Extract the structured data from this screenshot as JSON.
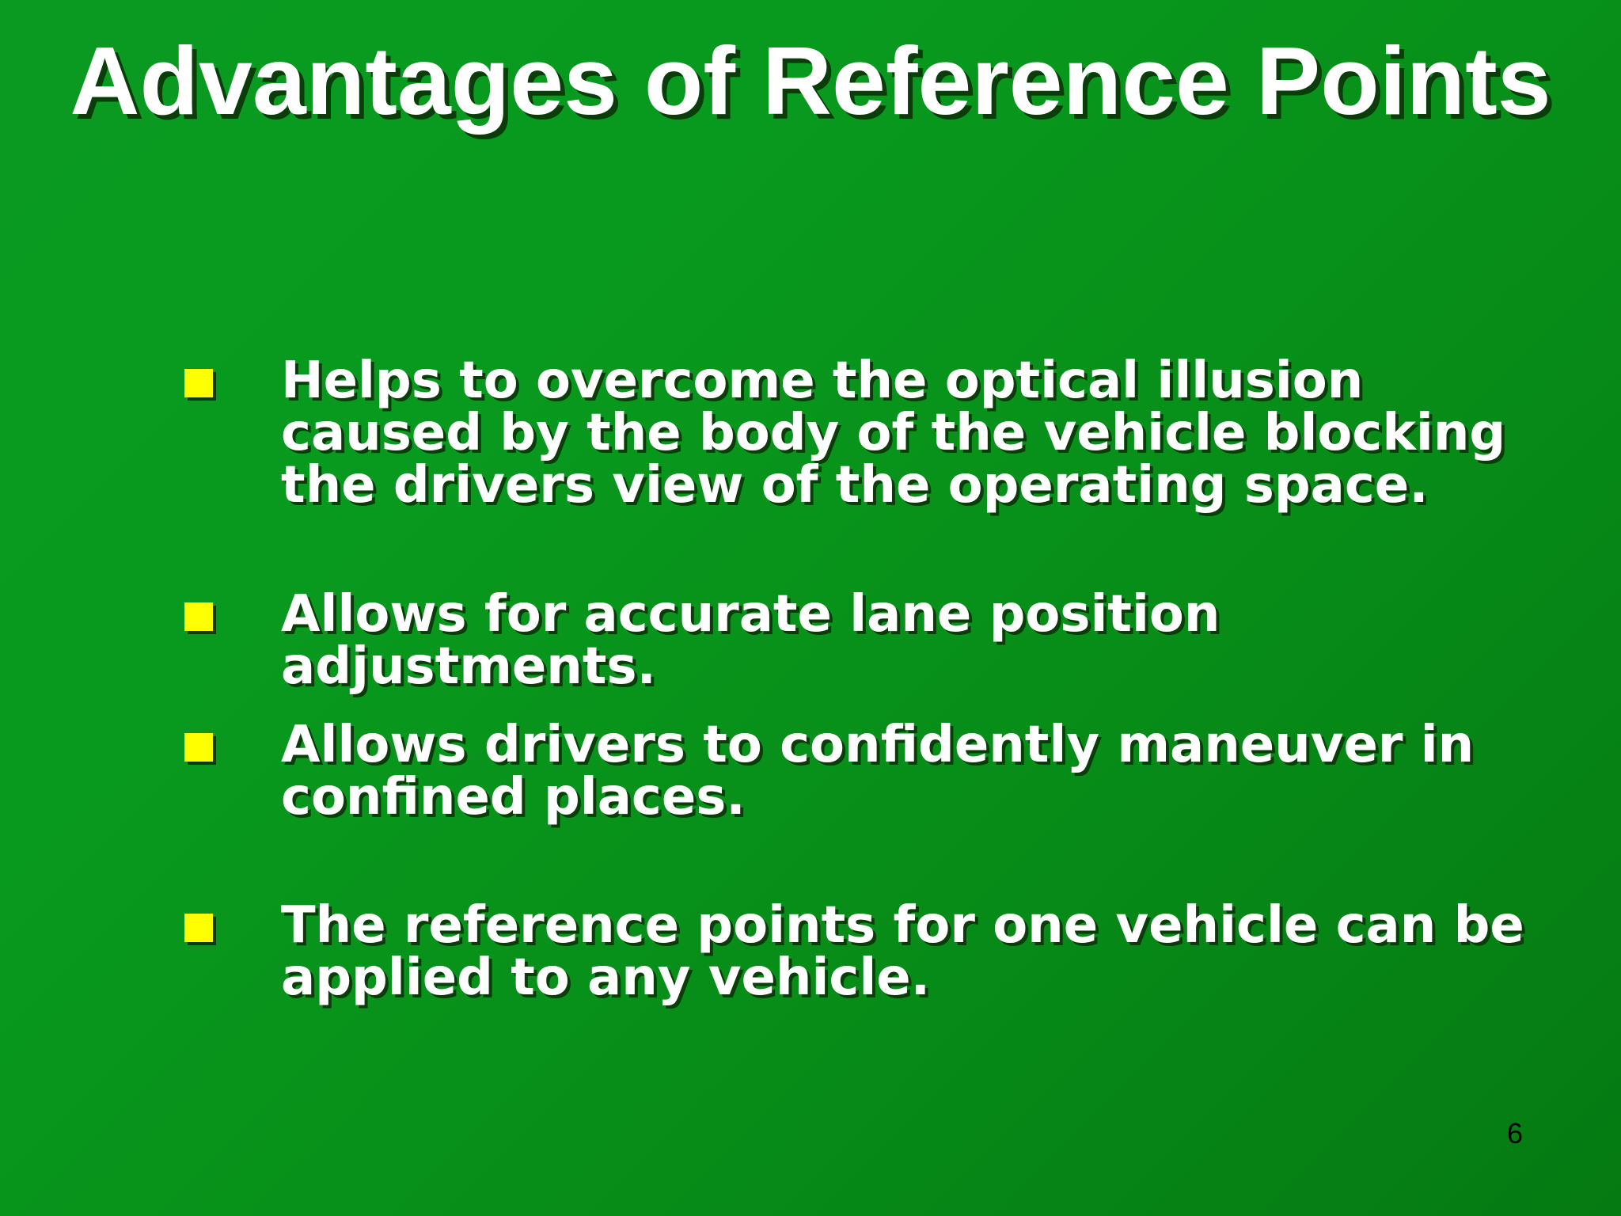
{
  "slide": {
    "title": "Advantages of Reference Points",
    "bullets": [
      {
        "text": "Helps to overcome the optical illusion caused by the body of the vehicle blocking the drivers view of the operating space."
      },
      {
        "text": "Allows for accurate lane position adjustments."
      },
      {
        "text": "Allows drivers to confidently maneuver in confined places."
      },
      {
        "text": "The reference points for one vehicle can be applied to any vehicle."
      }
    ],
    "page_number": "6"
  },
  "colors": {
    "background": "#089a1e",
    "bullet_marker": "#ffff00",
    "text": "#ffffff"
  }
}
